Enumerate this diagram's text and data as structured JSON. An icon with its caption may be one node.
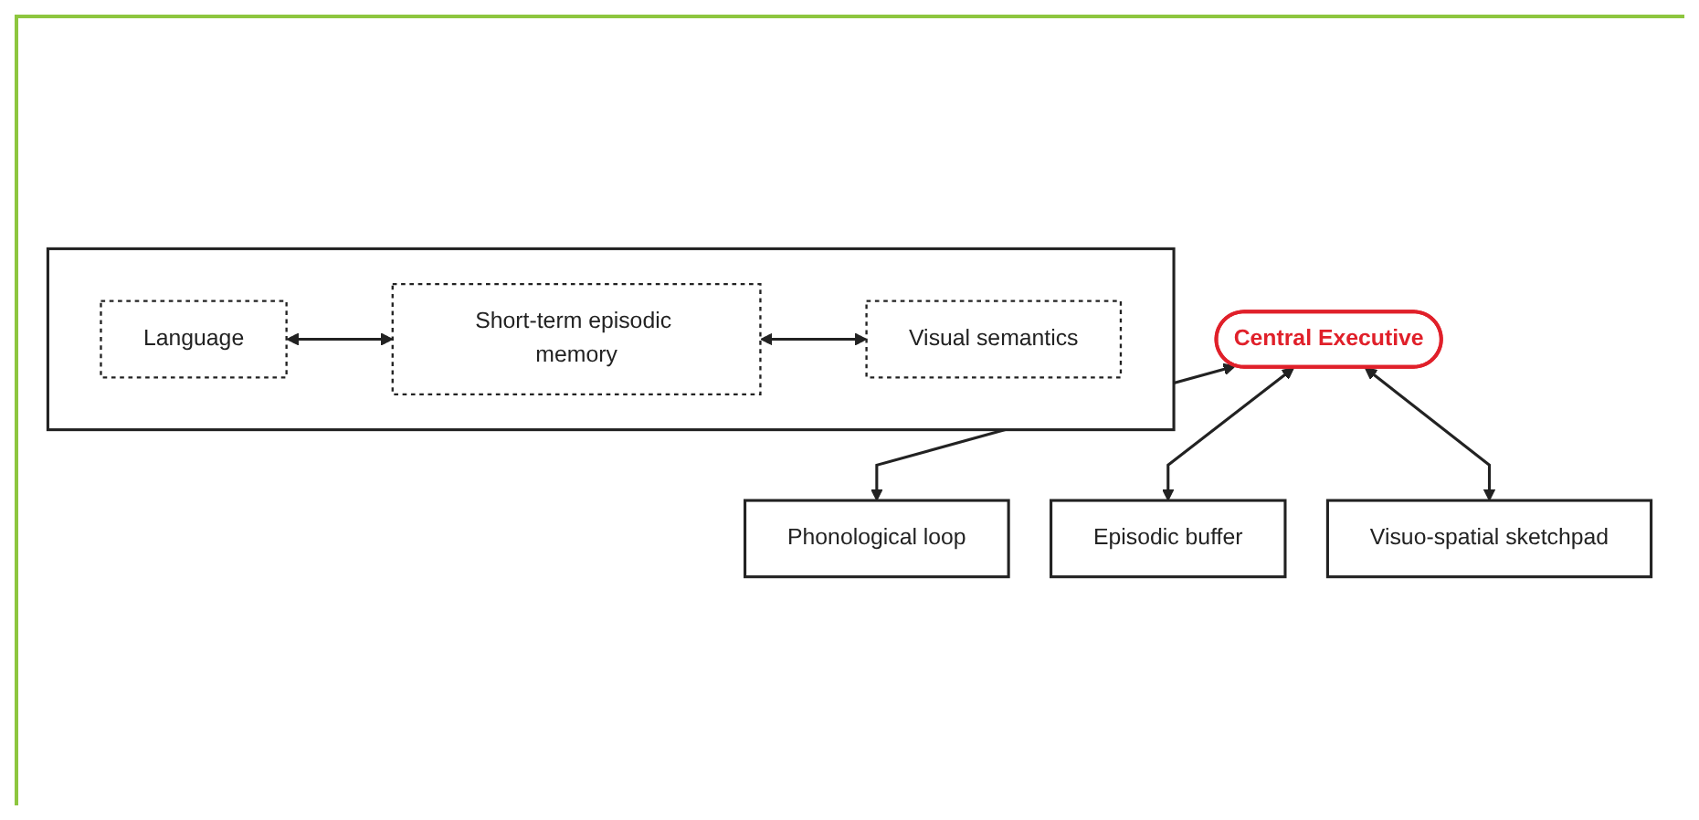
{
  "diagram": {
    "nodes": [
      {
        "text": [
          "Central Executive"
        ]
      },
      {
        "text": [
          "Phonological loop"
        ]
      },
      {
        "text": [
          "Episodic buffer"
        ]
      },
      {
        "text": [
          "Visuo-spatial sketchpad"
        ]
      },
      {
        "text": [],
        "shape": "box"
      },
      {
        "text": [
          "Language"
        ],
        "in": 4
      },
      {
        "text": [
          "Short-term episodic memory"
        ],
        "in": 4
      },
      {
        "text": [
          "Visual semantics"
        ],
        "in": 4
      }
    ],
    "edges": [
      {
        "from": 0,
        "to": 1,
        "arrow": "both"
      },
      {
        "from": 0,
        "to": 2,
        "arrow": "both"
      },
      {
        "from": 0,
        "to": 3,
        "arrow": "both"
      },
      {
        "from": 5,
        "to": 6,
        "arrow": "both"
      },
      {
        "from": 6,
        "to": 7,
        "arrow": "both"
      }
    ]
  }
}
